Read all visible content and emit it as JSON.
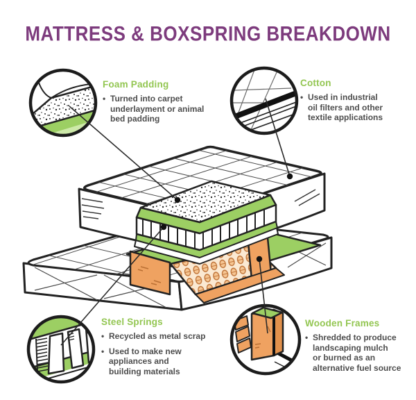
{
  "title": "MATTRESS & BOXSPRING BREAKDOWN",
  "theme": {
    "title_color": "#7d3b7d",
    "heading_color": "#93c652",
    "body_color": "#4d4d4d",
    "green": "#9ccf63",
    "green_light": "#cde9a9",
    "orange": "#efa261",
    "orange_dark": "#e2914c",
    "outline": "#222222"
  },
  "callouts": {
    "foam_padding": {
      "heading": "Foam Padding",
      "bullets": [
        [
          "Turned into carpet",
          "underlayment or animal",
          "bed padding"
        ]
      ]
    },
    "cotton": {
      "heading": "Cotton",
      "bullets": [
        [
          "Used in industrial",
          "oil filters and other",
          "textile applications"
        ]
      ]
    },
    "steel_springs": {
      "heading": "Steel Springs",
      "bullets": [
        [
          "Recycled as metal scrap"
        ],
        [
          "Used to make new",
          "appliances and",
          "building materials"
        ]
      ]
    },
    "wooden_frames": {
      "heading": "Wooden Frames",
      "bullets": [
        [
          "Shredded to produce",
          "landscaping mulch",
          "or burned as an",
          "alternative fuel source"
        ]
      ]
    }
  }
}
